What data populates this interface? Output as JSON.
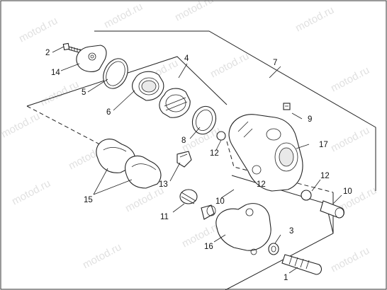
{
  "watermark": {
    "text": "motod.ru"
  },
  "callouts": {
    "c1": "1",
    "c2": "2",
    "c3": "3",
    "c4": "4",
    "c5": "5",
    "c6": "6",
    "c7": "7",
    "c8": "8",
    "c9": "9",
    "c10a": "10",
    "c10b": "10",
    "c11": "11",
    "c12a": "12",
    "c12b": "12",
    "c12c": "12",
    "c13": "13",
    "c14": "14",
    "c15": "15",
    "c16": "16",
    "c17": "17"
  }
}
